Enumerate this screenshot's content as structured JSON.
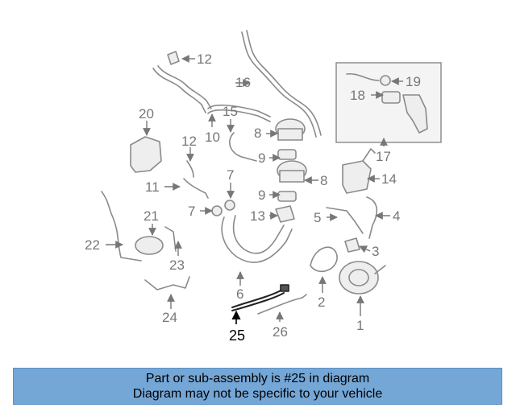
{
  "diagram": {
    "callouts": [
      "1",
      "2",
      "3",
      "4",
      "5",
      "6",
      "7",
      "8",
      "8",
      "9",
      "9",
      "10",
      "11",
      "12",
      "12",
      "13",
      "14",
      "15",
      "16",
      "17",
      "18",
      "19",
      "20",
      "21",
      "22",
      "23",
      "24",
      "25",
      "26"
    ],
    "highlight_part": "25"
  },
  "banner": {
    "line1": "Part or sub-assembly is #25 in diagram",
    "line2": "Diagram may not be specific to your vehicle"
  }
}
